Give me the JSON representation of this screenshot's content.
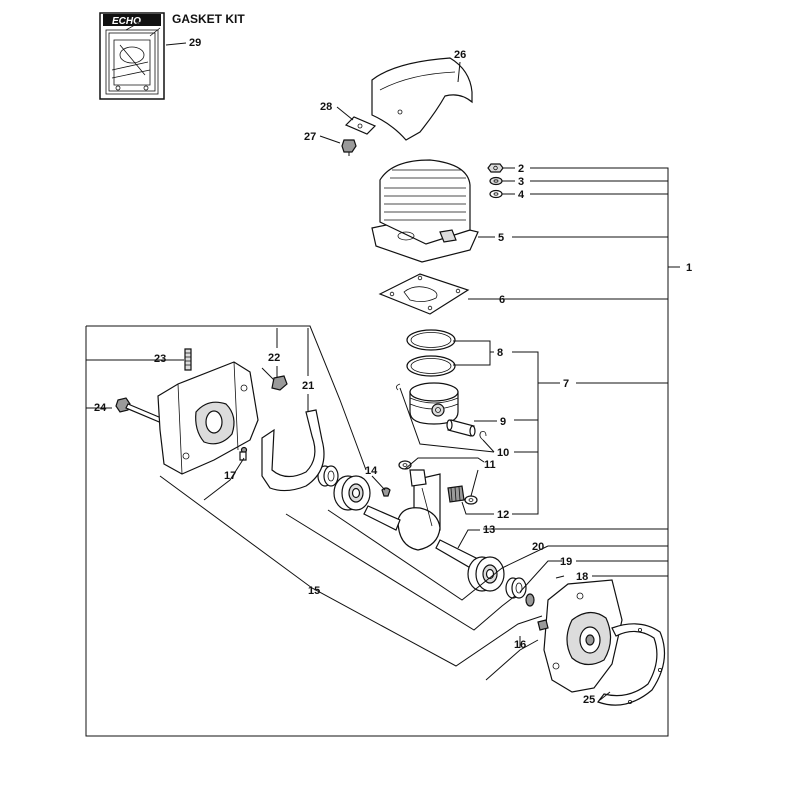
{
  "kit": {
    "logo_text": "ECHO",
    "title": "GASKET KIT",
    "ref": "29"
  },
  "callouts": {
    "c1": "1",
    "c2": "2",
    "c3": "3",
    "c4": "4",
    "c5": "5",
    "c6": "6",
    "c7": "7",
    "c8": "8",
    "c9": "9",
    "c10": "10",
    "c11": "11",
    "c12": "12",
    "c13": "13",
    "c14": "14",
    "c15": "15",
    "c16": "16",
    "c17": "17",
    "c18": "18",
    "c19": "19",
    "c20": "20",
    "c21": "21",
    "c22": "22",
    "c23": "23",
    "c24": "24",
    "c25": "25",
    "c26": "26",
    "c27": "27",
    "c28": "28"
  }
}
